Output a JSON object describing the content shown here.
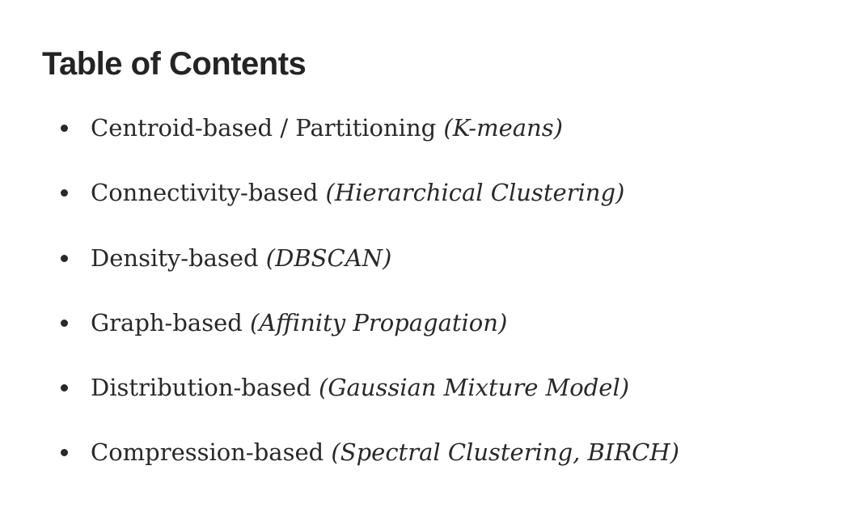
{
  "page": {
    "background": "#ffffff",
    "heading_color": "#242424",
    "body_text_color": "#292929"
  },
  "heading": "Table of Contents",
  "toc": {
    "items": [
      {
        "label": "Centroid-based / Partitioning ",
        "detail": "(K-means)"
      },
      {
        "label": "Connectivity-based ",
        "detail": "(Hierarchical Clustering)"
      },
      {
        "label": "Density-based ",
        "detail": "(DBSCAN)"
      },
      {
        "label": "Graph-based ",
        "detail": "(Affinity Propagation)"
      },
      {
        "label": "Distribution-based ",
        "detail": "(Gaussian Mixture Model)"
      },
      {
        "label": "Compression-based ",
        "detail": "(Spectral Clustering, BIRCH)"
      }
    ]
  }
}
